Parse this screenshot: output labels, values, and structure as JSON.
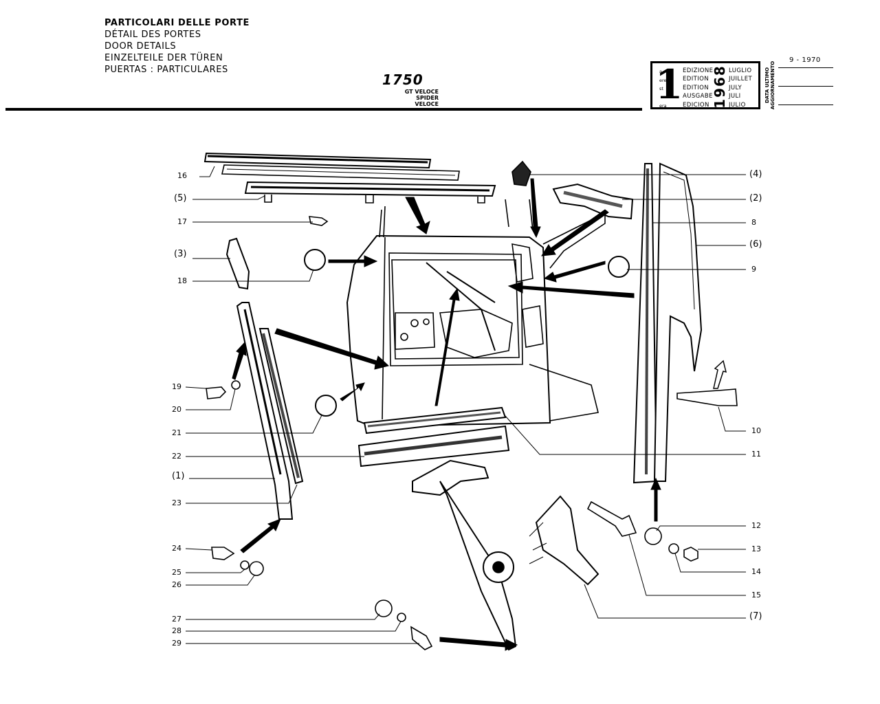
{
  "header": {
    "title_lines": [
      "PARTICOLARI DELLE PORTE",
      "DÉTAIL DES PORTES",
      "DOOR DETAILS",
      "EINZELTEILE DER TÜREN",
      "PUERTAS : PARTICULARES"
    ],
    "model": "1750",
    "variants": [
      "GT VELOCE",
      "SPIDER VELOCE"
    ]
  },
  "edition_box": {
    "number": "1",
    "ordinals": [
      "a",
      "ere",
      "st",
      "",
      "era"
    ],
    "words": [
      "EDIZIONE",
      "EDITION",
      "EDITION",
      "AUSGABE",
      "EDICION"
    ],
    "year": "1968",
    "months": [
      "LUGLIO",
      "JUILLET",
      "JULY",
      "JULI",
      "JULIO"
    ]
  },
  "update": {
    "label_line1": "DATA ULTIMO",
    "label_line2": "AGGIORNAMENTO",
    "date": "9 - 1970"
  },
  "callouts": {
    "left": {
      "c16": "16",
      "c5": "(5)",
      "c17": "17",
      "c3": "(3)",
      "c18": "18",
      "c19": "19",
      "c20": "20",
      "c21": "21",
      "c22": "22",
      "c1": "(1)",
      "c23": "23",
      "c24": "24",
      "c25": "25",
      "c26": "26",
      "c27": "27",
      "c28": "28",
      "c29": "29"
    },
    "right": {
      "c4": "(4)",
      "c2": "(2)",
      "c8": "8",
      "c6": "(6)",
      "c9": "9",
      "c10": "10",
      "c11": "11",
      "c12": "12",
      "c13": "13",
      "c14": "14",
      "c15": "15",
      "c7": "(7)"
    }
  }
}
